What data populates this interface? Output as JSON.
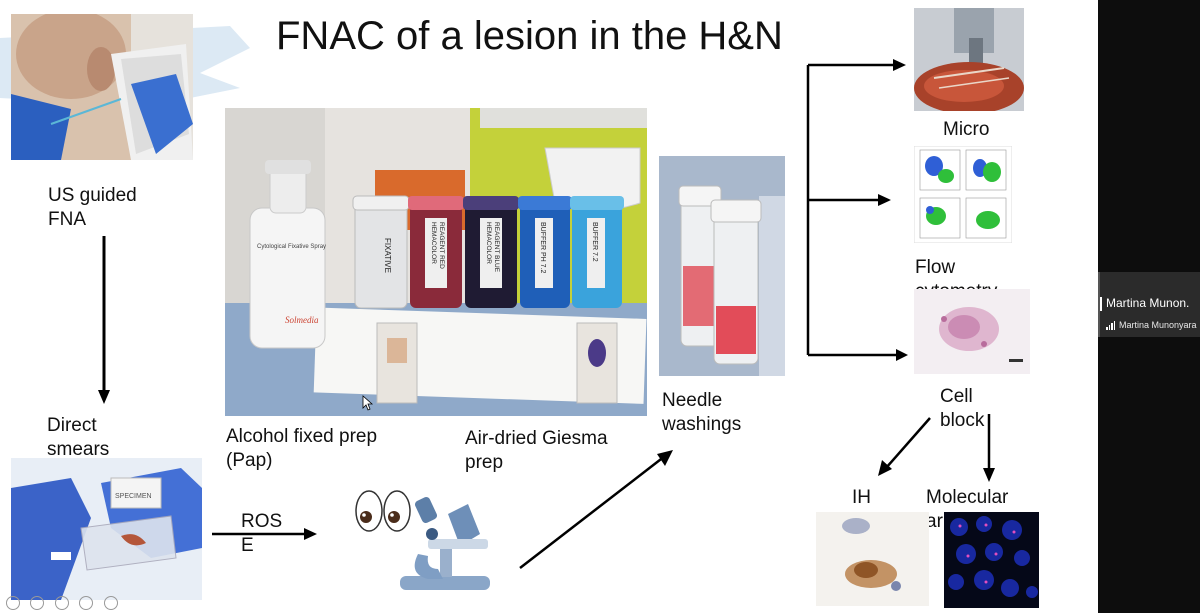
{
  "slide": {
    "title": "FNAC of a lesion in the H&N",
    "labels": {
      "us_guided": "US guided\nFNA",
      "direct_smears": "Direct\nsmears",
      "alcohol_prep": "Alcohol fixed prep\n(Pap)",
      "air_dried": "Air-dried Giesma\nprep",
      "needle_washings": "Needle\nwashings",
      "rose": "ROS\nE",
      "micro": "Micro",
      "flow": "Flow\ncytometry",
      "cell_block": "Cell\nblock",
      "ihc": "IH\nC",
      "molecular": "Molecular\nar"
    },
    "bottles": [
      "FIXATIVE",
      "HEMACOLOR\nREAGENT RED",
      "HEMACOLOR\nREAGENT BLUE",
      "BUFFER PH 7.2",
      "BUFFER 7.2"
    ],
    "spray_label": "Cytological Fixative Spray",
    "spray_brand": "Solmedia",
    "specimen_label": "SPECIMEN"
  },
  "participant": {
    "tile_name": "Martina Munon.",
    "full_name": "Martina Munonyara"
  },
  "colors": {
    "bench_blue": "#8fa9c9",
    "wall_green": "#c4d13a",
    "flow_green": "#2fbf3a",
    "nuclei_blue": "#1a2aa8"
  }
}
